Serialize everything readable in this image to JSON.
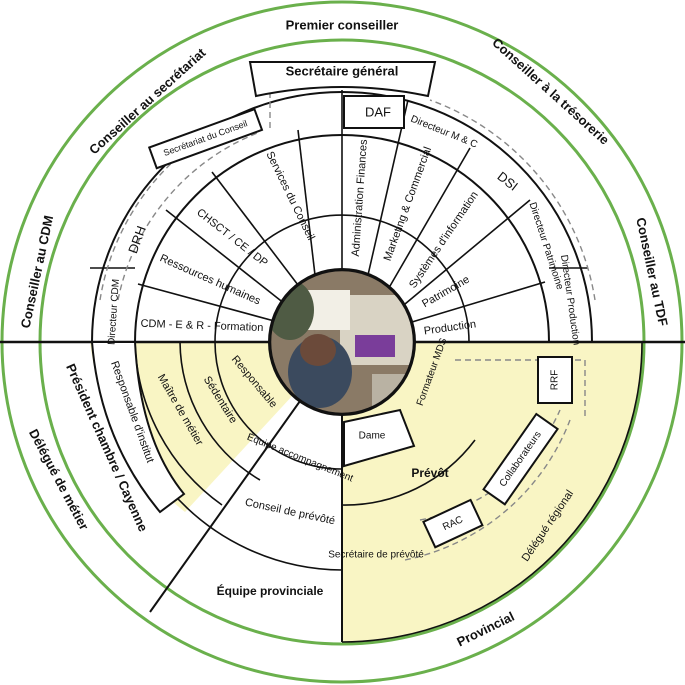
{
  "colors": {
    "outer_ring": "#6ab04c",
    "sector_fill": "#f9f5c4",
    "line": "#111111",
    "dashed": "#888888",
    "photo_bg": "#8a7a66"
  },
  "outer": {
    "top": "Premier conseiller",
    "top_right": "Conseiller à la trésorerie",
    "right": "Conseiller au TDF",
    "top_left": "Conseiller au secrétariat",
    "left": "Conseiller au CDM",
    "bottom_right": "Provincial",
    "bottom_left": "Délégué de métier",
    "left_inner": "Président chambre / Cayenne"
  },
  "top": {
    "secretaire_general": "Secrétaire général",
    "secretariat_conseil": "Secrétariat du Conseil",
    "services_conseil": "Services du Conseil",
    "chsct": "CHSCT / CE / DP",
    "ressources_humaines": "Ressources humaines",
    "cdm_formation": "CDM - E & R - Formation",
    "drh": "DRH",
    "directeur_cdm": "Directeur CDM",
    "daf": "DAF",
    "administration_finances": "Administration Finances",
    "directeur_mc": "Directeur M & C",
    "marketing": "Marketing & Commercial",
    "dsi": "DSI",
    "systemes_information": "Systèmes d'information",
    "directeur_patrimoine": "Directeur Patrimoine",
    "patrimoine": "Patrimoine",
    "directeur_production": "Directeur Production",
    "production": "Production"
  },
  "bottom": {
    "responsable_institut": "Responsable d'institut",
    "maitre_metier": "Maître de métier",
    "sedentaire": "Sédentaire",
    "responsable": "Responsable",
    "equipe_accompagnement": "Équipe accompagnement",
    "conseil_prevote": "Conseil de prévôté",
    "equipe_provinciale": "Équipe provinciale",
    "formateur_mds": "Formateur MDS",
    "rrf": "RRF",
    "collaborateurs": "Collaborateurs",
    "dame": "Dame",
    "prevot": "Prévôt",
    "rac": "RAC",
    "delegue_regional": "Délégué régional",
    "secretaire_prevote": "Secrétaire de prévôté"
  }
}
